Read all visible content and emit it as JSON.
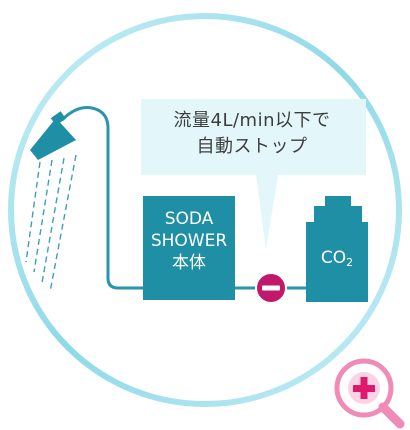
{
  "callout": {
    "line1": "流量4L/min以下で",
    "line2": "自動ストップ"
  },
  "main_unit": {
    "line1": "SODA",
    "line2": "SHOWER",
    "line3": "本体"
  },
  "co2": {
    "prefix": "CO",
    "subscript": "2"
  },
  "icons": {
    "zoom": "zoom-plus-icon",
    "valve": "valve-stop-icon",
    "shower": "shower-head-icon"
  },
  "colors": {
    "teal": "#1f8fa6",
    "pipe": "#2a94ad",
    "ring_outer": "#a7e3ef",
    "callout_bg": "#e3f7fb",
    "valve": "#c0196c",
    "zoom": "#f08bb8"
  }
}
